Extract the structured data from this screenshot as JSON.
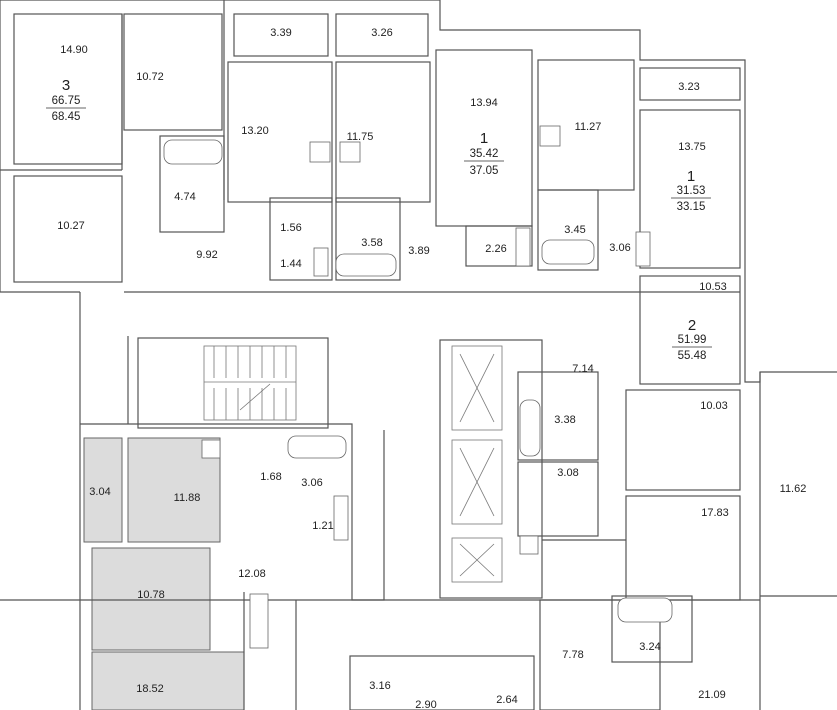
{
  "plan": {
    "apartments": [
      {
        "rooms": "3",
        "living": "66.75",
        "total": "68.45"
      },
      {
        "rooms": "1",
        "living": "35.42",
        "total": "37.05"
      },
      {
        "rooms": "1",
        "living": "31.53",
        "total": "33.15"
      },
      {
        "rooms": "2",
        "living": "51.99",
        "total": "55.48"
      }
    ],
    "room_areas": {
      "r1490": "14.90",
      "r1072": "10.72",
      "r339": "3.39",
      "r326": "3.26",
      "r1320": "13.20",
      "r1175": "11.75",
      "r1394": "13.94",
      "r1127": "11.27",
      "r323": "3.23",
      "r1375": "13.75",
      "r474": "4.74",
      "r1027": "10.27",
      "r992": "9.92",
      "r156": "1.56",
      "r144": "1.44",
      "r358": "3.58",
      "r389": "3.89",
      "r226": "2.26",
      "r345": "3.45",
      "r306a": "3.06",
      "r1053": "10.53",
      "r714": "7.14",
      "r338": "3.38",
      "r308": "3.08",
      "r1003": "10.03",
      "r1162": "11.62",
      "r1783": "17.83",
      "r304": "3.04",
      "r1188": "11.88",
      "r168": "1.68",
      "r306b": "3.06",
      "r121": "1.21",
      "r1208": "12.08",
      "r1078": "10.78",
      "r1852": "18.52",
      "r316": "3.16",
      "r290": "2.90",
      "r264": "2.64",
      "r778": "7.78",
      "r324": "3.24",
      "r2109": "21.09"
    }
  }
}
